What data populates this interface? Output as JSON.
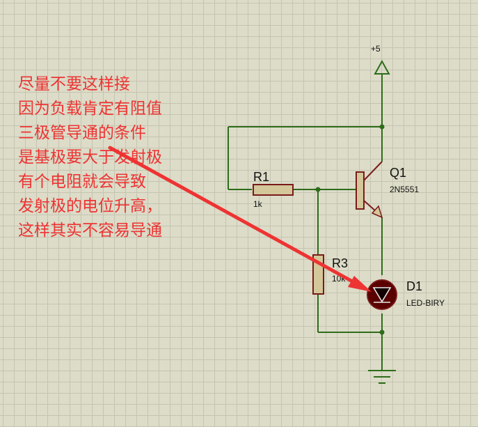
{
  "schematic": {
    "supply": {
      "label": "+5"
    },
    "r1": {
      "ref": "R1",
      "value": "1k"
    },
    "r3": {
      "ref": "R3",
      "value": "10k"
    },
    "q1": {
      "ref": "Q1",
      "part": "2N5551"
    },
    "d1": {
      "ref": "D1",
      "part": "LED-BIRY"
    }
  },
  "annotation": {
    "color": "#ee3333",
    "lines": [
      "尽量不要这样接",
      "因为负载肯定有阻值",
      "三极管导通的条件",
      "是基极要大于发射极",
      "有个电阻就会导致",
      "发射极的电位升高，",
      "这样其实不容易导通"
    ]
  },
  "colors": {
    "wire": "#2e6b1a",
    "component_outline": "#7a1a1a",
    "resistor_fill": "#d4c79a",
    "arrow": "#ee3333"
  }
}
